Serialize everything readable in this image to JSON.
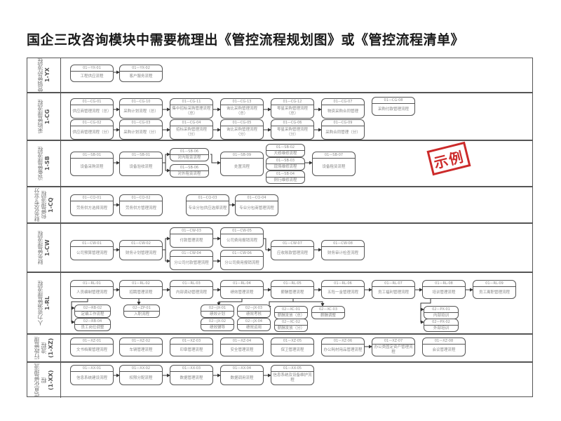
{
  "title": "国企三改咨询模块中需要梳理出《管控流程规划图》或《管控流程清单》",
  "stamp": "示例",
  "colors": {
    "border": "#555555",
    "text": "#888888",
    "stamp": "#cc2a2a"
  },
  "lanes": [
    {
      "name": "营销管控流程",
      "code": "1-YX",
      "nodes": [
        {
          "id": "01—YX-01",
          "label": "工程供应流程"
        },
        {
          "id": "01—YX-02",
          "label": "客户服务流程"
        }
      ]
    },
    {
      "name": "采购管理流程",
      "code": "1-CG",
      "nodes": [
        {
          "id": "01—CG-01",
          "label": "供应商管理流程（总）"
        },
        {
          "id": "01—CG-10",
          "label": "采购计划流程（总）"
        },
        {
          "id": "01—CG-11",
          "label": "集中招标采购管理流程（总）"
        },
        {
          "id": "01—CG-13",
          "label": "询比采购管理流程（总）"
        },
        {
          "id": "01—CG-12",
          "label": "零星采购管理流程（总）"
        },
        {
          "id": "01—CG-07",
          "label": "物资采购合同管理"
        },
        {
          "id": "01—CG-08",
          "label": "采购付款管理流程"
        },
        {
          "id": "01—CG-02",
          "label": "供应商管理流程（分）"
        },
        {
          "id": "01—CG-03",
          "label": "采购计划流程（分）"
        },
        {
          "id": "01—CG-04",
          "label": "招标采购管理流程（分）"
        },
        {
          "id": "01—CG-05",
          "label": "询比采购管理流程（分）"
        },
        {
          "id": "01—CG-06",
          "label": "零星采购管理流程（分）"
        },
        {
          "id": "01—CG-09",
          "label": "采购合同管理（分）"
        }
      ]
    },
    {
      "name": "设备管理流程",
      "code": "1-SB",
      "nodes": [
        {
          "id": "01—SB-01",
          "label": "设备采购流程"
        },
        {
          "id": "01—SB-01",
          "label": "设备验收流程"
        },
        {
          "id": "01—SB-06",
          "label": "对内租赁流程"
        },
        {
          "id": "01—SB-06",
          "label": "对外租赁流程"
        },
        {
          "id": "01—SB-09",
          "label": "处置流程"
        },
        {
          "id": "01—SB-02",
          "label": "大修维修流程"
        },
        {
          "id": "01—SB-03",
          "label": "现场维修流程"
        },
        {
          "id": "01—SB-04",
          "label": "例行维修流程"
        },
        {
          "id": "01—SB-07",
          "label": "设备租赁流程"
        }
      ]
    },
    {
      "name": "财务及专业分包管理流程",
      "code": "1-CQ",
      "nodes": [
        {
          "id": "01—CQ-01",
          "label": "劳务供方选择流程"
        },
        {
          "id": "01—CQ-02",
          "label": "劳务供方管理流程"
        },
        {
          "id": "01—CQ-03",
          "label": "专业分包供应选择流程"
        },
        {
          "id": "01—CQ-04",
          "label": "专业分包商管理流程"
        }
      ]
    },
    {
      "name": "财务管理流程",
      "code": "1-CW",
      "nodes": [
        {
          "id": "01—CW-01",
          "label": "公司预算管理流程"
        },
        {
          "id": "01—CW-02",
          "label": "财务计划管理流程"
        },
        {
          "id": "01—CW-03",
          "label": "付款管理流程"
        },
        {
          "id": "01—CW-05",
          "label": "公司费用报销流程"
        },
        {
          "id": "01—CW-04",
          "label": "分公司付款管理流程"
        },
        {
          "id": "01—CW-06",
          "label": "分公司费用报销流程"
        },
        {
          "id": "01—CW-07",
          "label": "应收账款管理流程"
        },
        {
          "id": "01—CW-08",
          "label": "财务审计检查流程"
        }
      ]
    },
    {
      "name": "人力资源管理流程",
      "code": "1-RL",
      "nodes": [
        {
          "id": "01—RL-01",
          "label": "人员编制管理流程"
        },
        {
          "id": "01—RL-02",
          "label": "招聘管理流程"
        },
        {
          "id": "01—RL-03",
          "label": "内部调动管理流程"
        },
        {
          "id": "01—RL-04",
          "label": "绩效管理流程"
        },
        {
          "id": "01—RL-05",
          "label": "薪酬管理流程"
        },
        {
          "id": "01—RL-06",
          "label": "五险一金管理流程"
        },
        {
          "id": "01—RL-07",
          "label": "员工福利管理流程"
        },
        {
          "id": "01—RL-08",
          "label": "培训管理流程"
        },
        {
          "id": "01—RL-09",
          "label": "员工离职管理流程"
        },
        {
          "id": "02—RB-02",
          "label": "定编工作流程"
        },
        {
          "id": "02—RB-04",
          "label": "员工岗位调整"
        },
        {
          "id": "02—ZP-01",
          "label": "入职流程"
        },
        {
          "id": "02—JX-01",
          "label": "绩效计划"
        },
        {
          "id": "02—JX-02",
          "label": "绩效辅导"
        },
        {
          "id": "02—JX-03",
          "label": "绩效考核"
        },
        {
          "id": "02—JX-04",
          "label": "绩效运用"
        },
        {
          "id": "02—XC-01",
          "label": "薪酬发放（总）"
        },
        {
          "id": "02—XC-02",
          "label": "薪酬发放（分）"
        },
        {
          "id": "02—XC-03",
          "label": "薪酬调整"
        },
        {
          "id": "02—PX-01",
          "label": "内部培训"
        },
        {
          "id": "02—PX-02",
          "label": "外部培训"
        }
      ]
    },
    {
      "name": "行政管理流程",
      "code": "(1-XZ)",
      "nodes": [
        {
          "id": "01—XZ-01",
          "label": "文书档案管理流程"
        },
        {
          "id": "01—XZ-02",
          "label": "车辆管理流程"
        },
        {
          "id": "01—XZ-03",
          "label": "印章管理流程"
        },
        {
          "id": "01—XZ-04",
          "label": "安全管理流程"
        },
        {
          "id": "01—XZ-05",
          "label": "保卫管理流程"
        },
        {
          "id": "01—XZ-06",
          "label": "办公耗材用品管理流程"
        },
        {
          "id": "01—XZ-07",
          "label": "办公类固定资产管理流程"
        },
        {
          "id": "01—XZ-08",
          "label": "会议管理流程"
        }
      ]
    },
    {
      "name": "信息化管理流程",
      "code": "(1-XX)",
      "nodes": [
        {
          "id": "01—XX-01",
          "label": "信息系统建设流程"
        },
        {
          "id": "01—XX-02",
          "label": "权限分配流程"
        },
        {
          "id": "01—XX-03",
          "label": "数据管理流程"
        },
        {
          "id": "01—XX-04",
          "label": "数据调用流程"
        },
        {
          "id": "01—XX-05",
          "label": "信息系统及设备维护流程"
        }
      ]
    }
  ]
}
